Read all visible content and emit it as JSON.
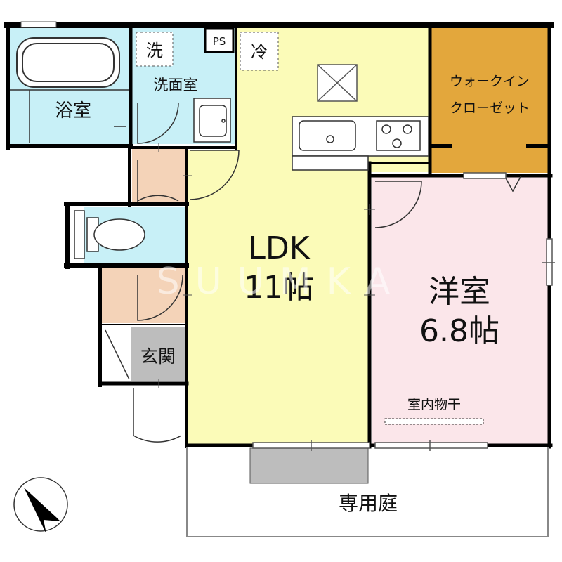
{
  "rooms": {
    "bath": "浴室",
    "washroom": "洗面室",
    "washer_mark": "洗",
    "fridge_mark": "冷",
    "ps": "PS",
    "ldk_name": "LDK",
    "ldk_size": "11帖",
    "walkin": "ウォークイン",
    "closet": "クローゼット",
    "western_name": "洋室",
    "western_size": "6.8帖",
    "indoor_dry": "室内物干",
    "entrance": "玄関",
    "garden": "専用庭"
  },
  "watermark": "SUUMKA",
  "colors": {
    "wet_area": "#c8f0f7",
    "ldk": "#fbfbb8",
    "closet": "#e3a73c",
    "western": "#fbe6ea",
    "hall": "#f4d3b8",
    "entrance": "#bdbdbd",
    "wall": "#000000"
  }
}
